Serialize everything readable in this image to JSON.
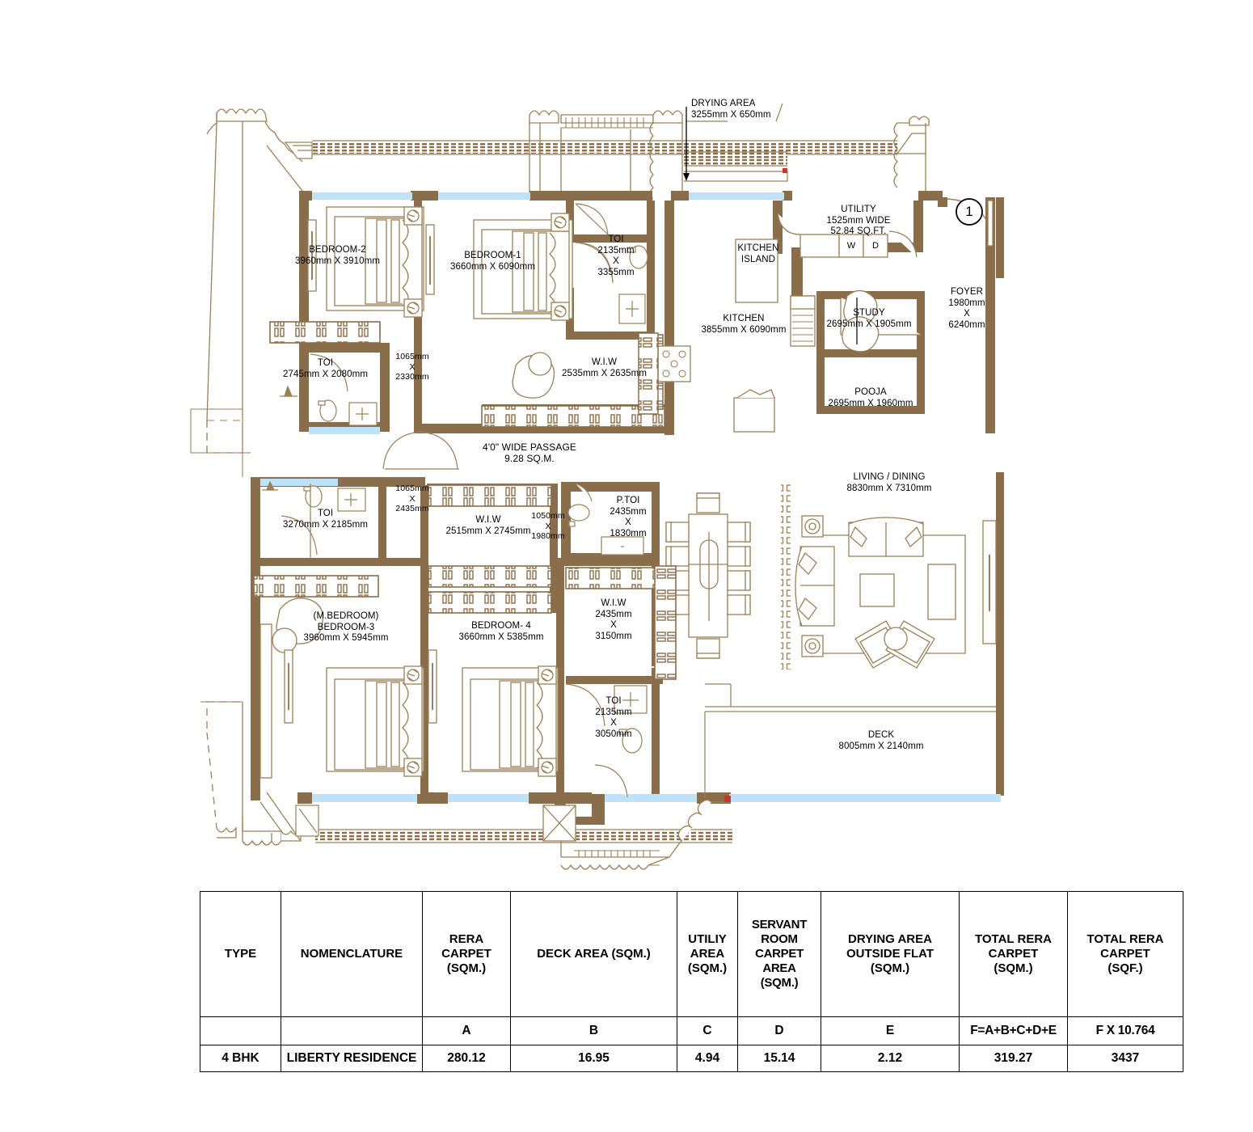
{
  "document": {
    "kind": "architectural-floor-plan",
    "unit_type": "4 BHK",
    "project_name": "LIBERTY RESIDENCE",
    "door_marker": "1"
  },
  "rooms": [
    {
      "name": "BEDROOM-2",
      "dims": "3960mm X 3910mm"
    },
    {
      "name": "BEDROOM-1",
      "dims": "3660mm X 6090mm"
    },
    {
      "name": "TOI",
      "dims": "2135mm\nX\n3355mm"
    },
    {
      "name": "TOI",
      "dims": "2745mm X 2080mm"
    },
    {
      "name": "W.I.W",
      "dims": "2535mm X 2635mm"
    },
    {
      "name": "KITCHEN",
      "dims": "3855mm X 6090mm"
    },
    {
      "name": "KITCHEN ISLAND",
      "dims": ""
    },
    {
      "name": "UTILITY",
      "dims": "1525mm WIDE\n52.84 SQ.FT."
    },
    {
      "name": "STUDY",
      "dims": "2695mm X 1905mm"
    },
    {
      "name": "FOYER",
      "dims": "1980mm\nX\n6240mm"
    },
    {
      "name": "POOJA",
      "dims": "2695mm X 1960mm"
    },
    {
      "name": "DRYING AREA",
      "dims": "3255mm X 650mm"
    },
    {
      "name": "4'0\" WIDE PASSAGE",
      "dims": "9.28 SQ.M."
    },
    {
      "name": "TOI",
      "dims": "3270mm X 2185mm"
    },
    {
      "name": "W.I.W",
      "dims": "2515mm X 2745mm"
    },
    {
      "name": "P.TOI",
      "dims": "2435mm\nX\n1830mm"
    },
    {
      "name": "W.I.W",
      "dims": "2435mm\nX\n3150mm"
    },
    {
      "name": "(M.BEDROOM)\nBEDROOM-3",
      "dims": "3960mm X 5945mm"
    },
    {
      "name": "BEDROOM- 4",
      "dims": "3660mm X 5385mm"
    },
    {
      "name": "TOI",
      "dims": "2135mm\nX\n3050mm"
    },
    {
      "name": "LIVING / DINING",
      "dims": "8830mm X 7310mm"
    },
    {
      "name": "DECK",
      "dims": "8005mm X 2140mm"
    }
  ],
  "labels": {
    "bedroom2_name": "BEDROOM-2",
    "bedroom2_dims": "3960mm X 3910mm",
    "bedroom1_name": "BEDROOM-1",
    "bedroom1_dims": "3660mm X 6090mm",
    "toi_b1_name": "TOI",
    "toi_b1_dims": "2135mm\nX\n3355mm",
    "toi_b2_name": "TOI",
    "toi_b2_dims": "2745mm X 2080mm",
    "wiw1_name": "W.I.W",
    "wiw1_dims": "2535mm X 2635mm",
    "corr1_dims": "1065mm\nX\n2330mm",
    "corr2_dims": "1065mm\nX\n2435mm",
    "corr3_dims": "1050mm\nX\n1980mm",
    "kitchen_name": "KITCHEN",
    "kitchen_dims": "3855mm X 6090mm",
    "kitchen_island": "KITCHEN\nISLAND",
    "utility_name": "UTILITY",
    "utility_dims": "1525mm WIDE\n52.84 SQ.FT.",
    "utility_w": "W",
    "utility_d": "D",
    "study_name": "STUDY",
    "study_dims": "2695mm X 1905mm",
    "foyer_name": "FOYER",
    "foyer_dims": "1980mm\nX\n6240mm",
    "pooja_name": "POOJA",
    "pooja_dims": "2695mm X 1960mm",
    "drying_name": "DRYING AREA",
    "drying_dims": "3255mm X 650mm",
    "passage_name": "4'0\" WIDE PASSAGE",
    "passage_dims": "9.28 SQ.M.",
    "toi_b3_name": "TOI",
    "toi_b3_dims": "3270mm X 2185mm",
    "wiw2_name": "W.I.W",
    "wiw2_dims": "2515mm X 2745mm",
    "ptoi_name": "P.TOI",
    "ptoi_dims": "2435mm\nX\n1830mm",
    "wiw3_name": "W.I.W",
    "wiw3_dims": "2435mm\nX\n3150mm",
    "bedroom3_name": "(M.BEDROOM)\nBEDROOM-3",
    "bedroom3_dims": "3960mm X 5945mm",
    "bedroom4_name": "BEDROOM- 4",
    "bedroom4_dims": "3660mm X 5385mm",
    "toi_b4_name": "TOI",
    "toi_b4_dims": "2135mm\nX\n3050mm",
    "living_name": "LIVING / DINING",
    "living_dims": "8830mm X 7310mm",
    "deck_name": "DECK",
    "deck_dims": "8005mm X 2140mm",
    "door_marker": "1"
  },
  "area_table": {
    "headers": [
      "TYPE",
      "NOMENCLATURE",
      "RERA\nCARPET\n(SQM.)",
      "DECK AREA (SQM.)",
      "UTILIY\nAREA\n(SQM.)",
      "SERVANT\nROOM\nCARPET\nAREA\n(SQM.)",
      "DRYING AREA\nOUTSIDE FLAT\n(SQM.)",
      "TOTAL RERA\nCARPET\n(SQM.)",
      "TOTAL RERA\nCARPET\n(SQF.)"
    ],
    "letter_row": [
      "",
      "",
      "A",
      "B",
      "C",
      "D",
      "E",
      "F=A+B+C+D+E",
      "F X 10.764"
    ],
    "data_row": [
      "4 BHK",
      "LIBERTY RESIDENCE",
      "280.12",
      "16.95",
      "4.94",
      "15.14",
      "2.12",
      "319.27",
      "3437"
    ]
  },
  "colors": {
    "wall": "#8a6e4b",
    "furniture_line": "#9a8159",
    "window_glass": "#bfe2f7",
    "text": "#000000",
    "table_border": "#000000",
    "background": "#ffffff"
  }
}
